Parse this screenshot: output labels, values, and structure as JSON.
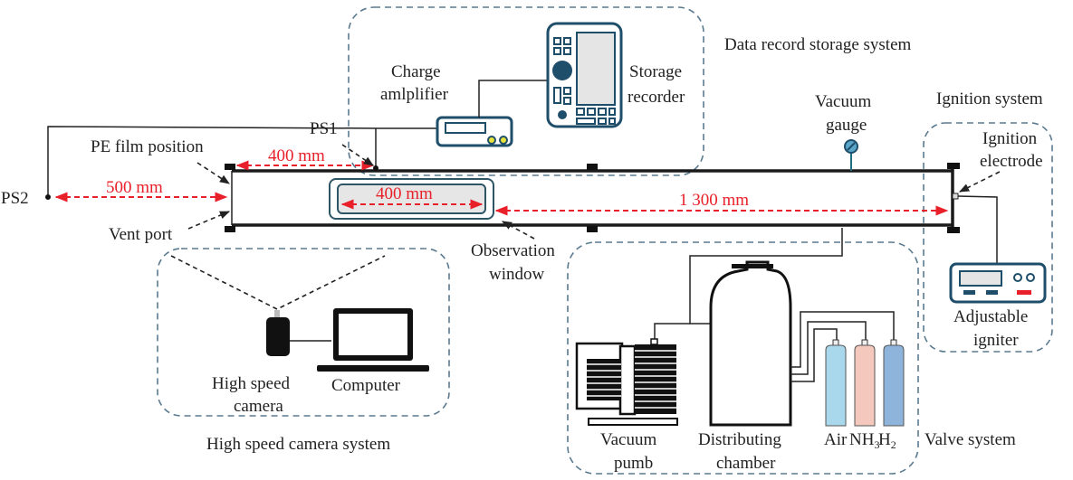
{
  "diagram": {
    "systems": {
      "data_record": "Data record storage system",
      "ignition": "Ignition system",
      "camera": "High speed camera system",
      "valve": "Valve system"
    },
    "components": {
      "charge_amplifier": [
        "Charge",
        "amlplifier"
      ],
      "storage_recorder": [
        "Storage",
        "recorder"
      ],
      "vacuum_gauge": [
        "Vacuum",
        "gauge"
      ],
      "ignition_electrode": [
        "Ignition",
        "electrode"
      ],
      "adjustable_igniter": [
        "Adjustable",
        "igniter"
      ],
      "high_speed_camera": [
        "High speed",
        "camera"
      ],
      "computer": "Computer",
      "vacuum_pump": [
        "Vacuum",
        "pumb"
      ],
      "distributing_chamber": [
        "Distributing",
        "chamber"
      ],
      "observation_window": [
        "Observation",
        "window"
      ],
      "pe_film": "PE film position",
      "vent_port": "Vent port",
      "ps1": "PS1",
      "ps2": "PS2"
    },
    "gases": [
      {
        "label": "Air",
        "sub": "",
        "color": "#a9d8ec"
      },
      {
        "label": "NH",
        "sub": "3",
        "color": "#f4c8bc"
      },
      {
        "label": "H",
        "sub": "2",
        "color": "#8fb4dc"
      }
    ],
    "dimensions": {
      "ps2_to_vent": "500 mm",
      "vent_to_ps1": "400 mm",
      "window_length": "400 mm",
      "window_to_electrode": "1 300 mm"
    },
    "colors": {
      "dimension": "#e8202a",
      "device": "#1f4e6b",
      "system_border": "#5a7a8f"
    }
  }
}
